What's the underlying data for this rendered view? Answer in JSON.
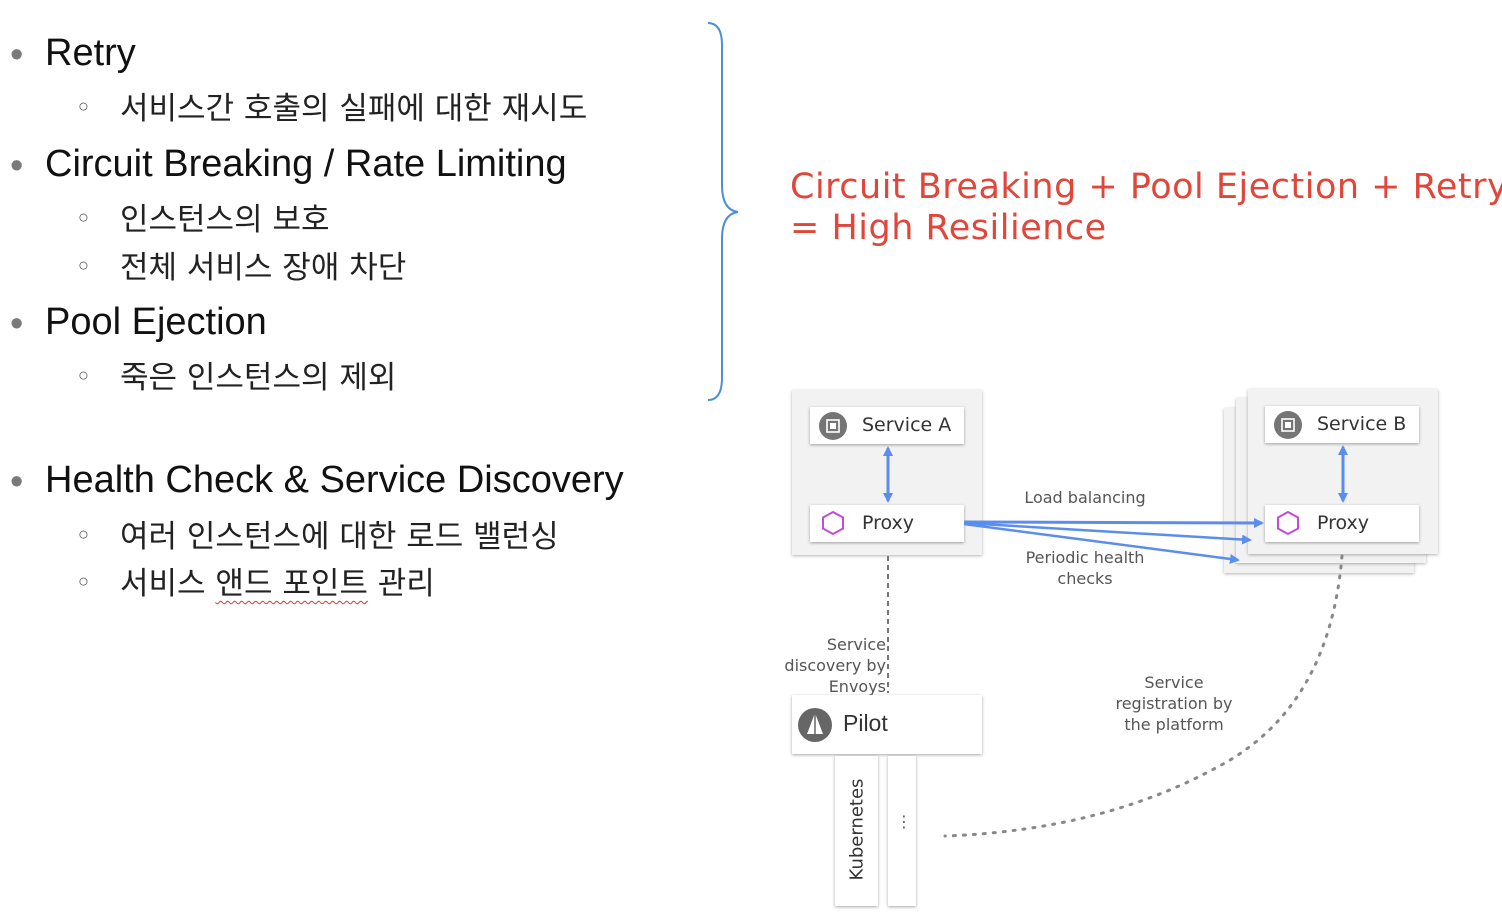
{
  "bullets": [
    {
      "title": "Retry",
      "subs": [
        "서비스간 호출의 실패에 대한 재시도"
      ]
    },
    {
      "title": "Circuit Breaking / Rate Limiting",
      "subs": [
        "인스턴스의 보호",
        "전체 서비스 장애 차단"
      ]
    },
    {
      "title": "Pool Ejection",
      "subs": [
        "죽은 인스턴스의 제외"
      ]
    },
    {
      "title": "Health Check & Service Discovery",
      "subs": [
        "여러 인스턴스에 대한 로드 밸런싱",
        "서비스 앤드 포인트 관리"
      ]
    }
  ],
  "bullet_marker": "•",
  "sub_marker": "○",
  "callout": {
    "line1": "Circuit Breaking + Pool Ejection + Retry",
    "line2": "= High Resilience",
    "color": "#e0463a"
  },
  "diagram": {
    "service_a": "Service A",
    "service_b": "Service B",
    "proxy_a": "Proxy",
    "proxy_b": "Proxy",
    "load_balancing": "Load balancing",
    "health_checks": [
      "Periodic health",
      "checks"
    ],
    "service_discovery": [
      "Service",
      "discovery by",
      "Envoys"
    ],
    "service_registration": [
      "Service",
      "registration by",
      "the platform"
    ],
    "pilot": "Pilot",
    "kubernetes": "Kubernetes",
    "more": "⋮",
    "arrow_color": "#5b8def",
    "proxy_icon_color": "#c44bd8",
    "icons": [
      "chip-icon",
      "hexagon-icon",
      "sail-icon"
    ]
  }
}
